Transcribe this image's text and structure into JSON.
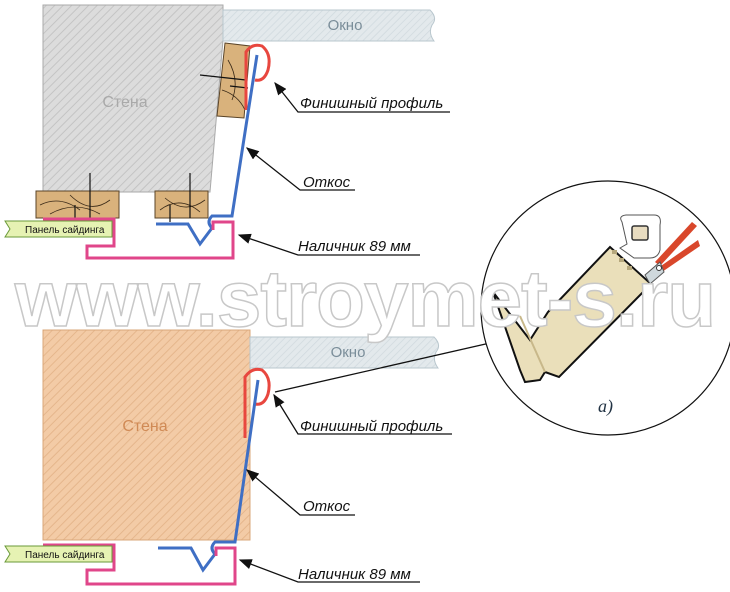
{
  "top_diagram": {
    "wall_label": "Стена",
    "window_label": "Окно",
    "siding_panel_label": "Панель сайдинга",
    "callouts": {
      "finish_profile": "Финишный профиль",
      "slope": "Откос",
      "casing": "Наличник 89 мм"
    }
  },
  "bottom_diagram": {
    "wall_label": "Стена",
    "window_label": "Окно",
    "siding_panel_label": "Панель сайдинга",
    "callouts": {
      "finish_profile": "Финишный профиль",
      "slope": "Откос",
      "casing": "Наличник 89 мм"
    }
  },
  "detail_inset": {
    "label": "а)"
  },
  "watermark": "www.stroymet-s.ru",
  "colors": {
    "wall_gray": "#d9d9d9",
    "wall_orange": "#f2c9a4",
    "window": "#dfe6ea",
    "wood": "#d9b27c",
    "slope_blue": "#3f6fc4",
    "casing_pink": "#e0468a",
    "finish_red": "#e8473f",
    "panel_green": "#e6f2b3"
  }
}
